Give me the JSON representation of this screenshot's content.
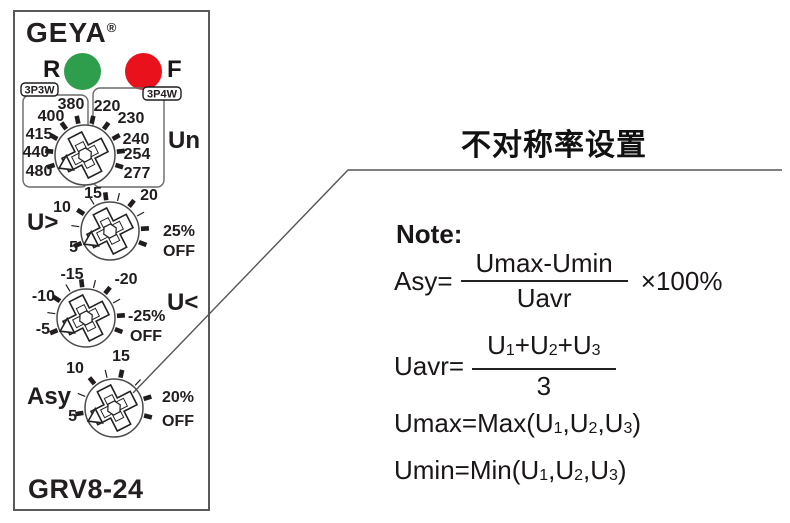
{
  "device": {
    "brand": "GEYA",
    "reg_mark": "®",
    "model": "GRV8-24",
    "leds": {
      "run_label": "R",
      "fault_label": "F"
    },
    "colors": {
      "led_run": "#2f9e4c",
      "led_fault": "#e8111c"
    },
    "wiring_modes": [
      "3P3W",
      "3P4W"
    ],
    "dials": [
      {
        "id": "un",
        "label": "Un",
        "positions": [
          "380",
          "400",
          "415",
          "440",
          "480",
          "220",
          "230",
          "240",
          "254",
          "277"
        ]
      },
      {
        "id": "u_over",
        "label": "U>",
        "positions": [
          "5",
          "10",
          "15",
          "20",
          "25%",
          "OFF"
        ]
      },
      {
        "id": "u_under",
        "label": "U<",
        "positions": [
          "-5",
          "-10",
          "-15",
          "-20",
          "-25%",
          "OFF"
        ]
      },
      {
        "id": "asy",
        "label": "Asy",
        "positions": [
          "5",
          "10",
          "15",
          "20%",
          "OFF"
        ]
      }
    ]
  },
  "callout": {
    "title": "不对称率设置"
  },
  "note": {
    "heading": "Note:",
    "asy_formula": {
      "lhs": "Asy=",
      "numerator": "Umax-Umin",
      "denominator": "Uavr",
      "multiplier": "×100%"
    },
    "uavr_formula": {
      "lhs": "Uavr=",
      "numerator": "U_1+U_2+U_3",
      "denominator": "3"
    },
    "umax_line": "Umax=Max(U_1,U_2,U_3)",
    "umin_line": "Umin=Min(U_1,U_2,U_3)"
  }
}
